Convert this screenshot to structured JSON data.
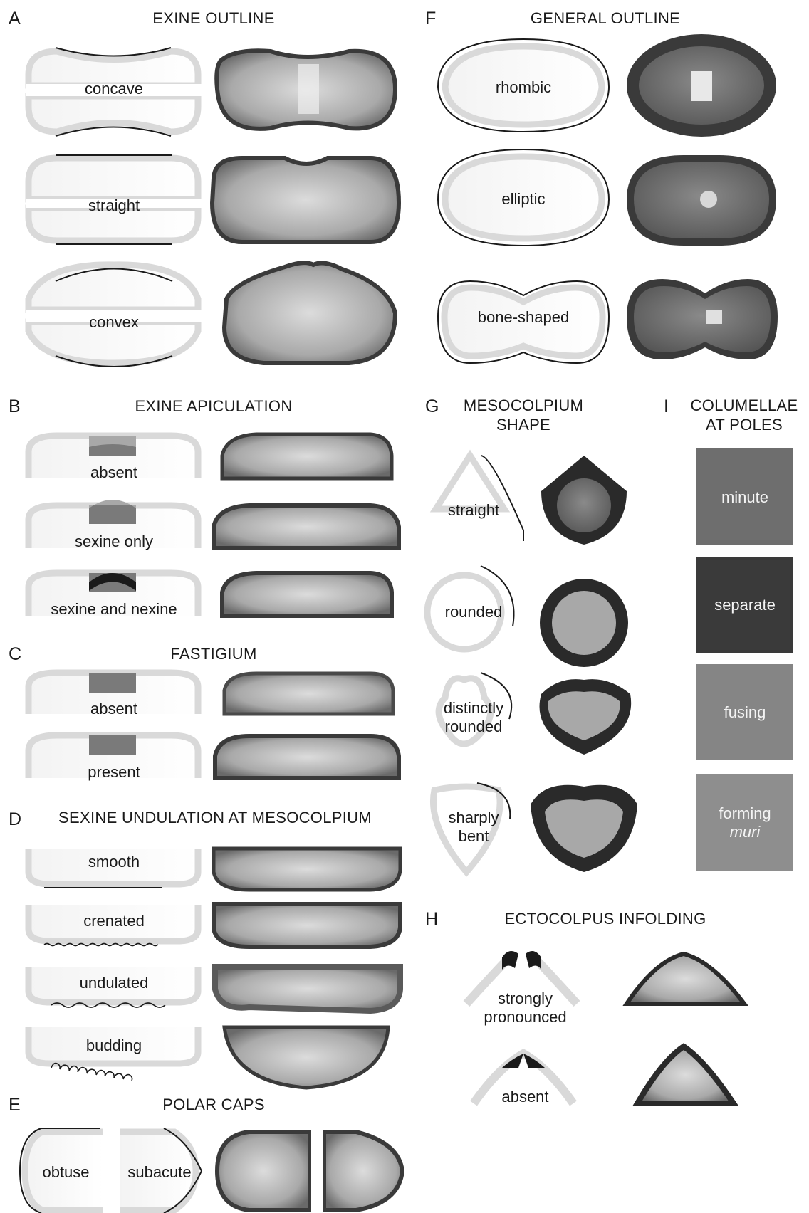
{
  "panels": {
    "A": {
      "letter": "A",
      "title": "EXINE OUTLINE",
      "items": [
        "concave",
        "straight",
        "convex"
      ]
    },
    "B": {
      "letter": "B",
      "title": "EXINE APICULATION",
      "items": [
        "absent",
        "sexine only",
        "sexine and nexine"
      ]
    },
    "C": {
      "letter": "C",
      "title": "FASTIGIUM",
      "items": [
        "absent",
        "present"
      ]
    },
    "D": {
      "letter": "D",
      "title": "SEXINE UNDULATION AT MESOCOLPIUM",
      "items": [
        "smooth",
        "crenated",
        "undulated",
        "budding"
      ]
    },
    "E": {
      "letter": "E",
      "title": "POLAR CAPS",
      "items": [
        "obtuse",
        "subacute"
      ]
    },
    "F": {
      "letter": "F",
      "title": "GENERAL OUTLINE",
      "items": [
        "rhombic",
        "elliptic",
        "bone-shaped"
      ]
    },
    "G": {
      "letter": "G",
      "title": "MESOCOLPIUM\nSHAPE",
      "items": [
        "straight",
        "rounded",
        "distinctly\nrounded",
        "sharply\nbent"
      ]
    },
    "H": {
      "letter": "H",
      "title": "ECTOCOLPUS INFOLDING",
      "items": [
        "strongly\npronounced",
        "absent"
      ]
    },
    "I": {
      "letter": "I",
      "title": "COLUMELLAE\nAT POLES",
      "items": [
        "minute",
        "separate",
        "fusing",
        "forming"
      ],
      "italic_item": "muri"
    }
  },
  "colors": {
    "sexine": "#d9d9d9",
    "nexine": "#7a7a7a",
    "outline": "#1a1a1a",
    "photo_dark": "#2a2a2a",
    "photo_light": "#bdbdbd"
  }
}
